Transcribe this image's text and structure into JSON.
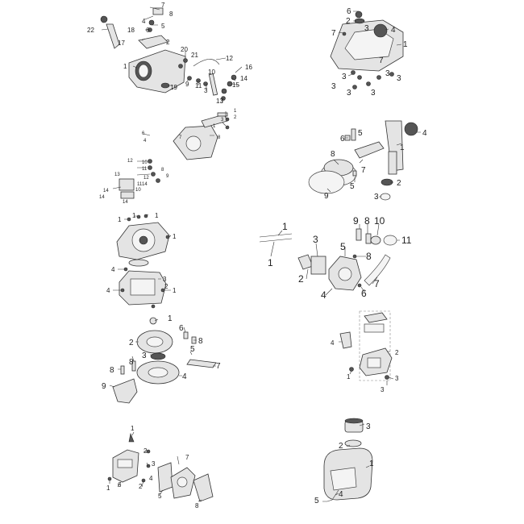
{
  "groups": {
    "cylinder_head": {
      "labels": [
        "7",
        "8",
        "4",
        "5",
        "6",
        "18",
        "2",
        "17",
        "22",
        "20",
        "21",
        "1",
        "12",
        "16",
        "14",
        "15",
        "9",
        "11",
        "3",
        "10",
        "13",
        "19"
      ]
    },
    "crankcase_cover": {
      "labels": [
        "6",
        "2",
        "7",
        "3",
        "4",
        "1",
        "7",
        "3",
        "3",
        "3",
        "3",
        "3",
        "3"
      ]
    },
    "valve_gear": {
      "labels": [
        "1",
        "2",
        "3",
        "1",
        "6",
        "4",
        "7",
        "8",
        "12",
        "10",
        "11",
        "8",
        "9",
        "12",
        "13",
        "14",
        "11",
        "10",
        "14",
        "14",
        "14"
      ]
    },
    "crankshaft_piston": {
      "labels": [
        "5",
        "6",
        "4",
        "1",
        "8",
        "7",
        "5",
        "9",
        "2",
        "3"
      ]
    },
    "blower_housing": {
      "labels": [
        "1",
        "1",
        "1",
        "1",
        "4",
        "3",
        "2",
        "4",
        "1"
      ]
    },
    "carburetor": {
      "labels": [
        "1",
        "1",
        "3",
        "9",
        "8",
        "10",
        "11",
        "5",
        "8",
        "2",
        "6",
        "7",
        "4"
      ]
    },
    "flywheel": {
      "labels": [
        "1",
        "2",
        "6",
        "8",
        "3",
        "5",
        "7",
        "8",
        "8",
        "4",
        "9"
      ]
    },
    "air_filter": {
      "labels": [
        "4",
        "2",
        "1",
        "3",
        "3"
      ]
    },
    "muffler": {
      "labels": [
        "1",
        "2",
        "3",
        "7",
        "5",
        "6",
        "2",
        "8",
        "1",
        "4"
      ]
    },
    "fuel_tank": {
      "labels": [
        "3",
        "2",
        "1",
        "4",
        "5"
      ]
    }
  }
}
